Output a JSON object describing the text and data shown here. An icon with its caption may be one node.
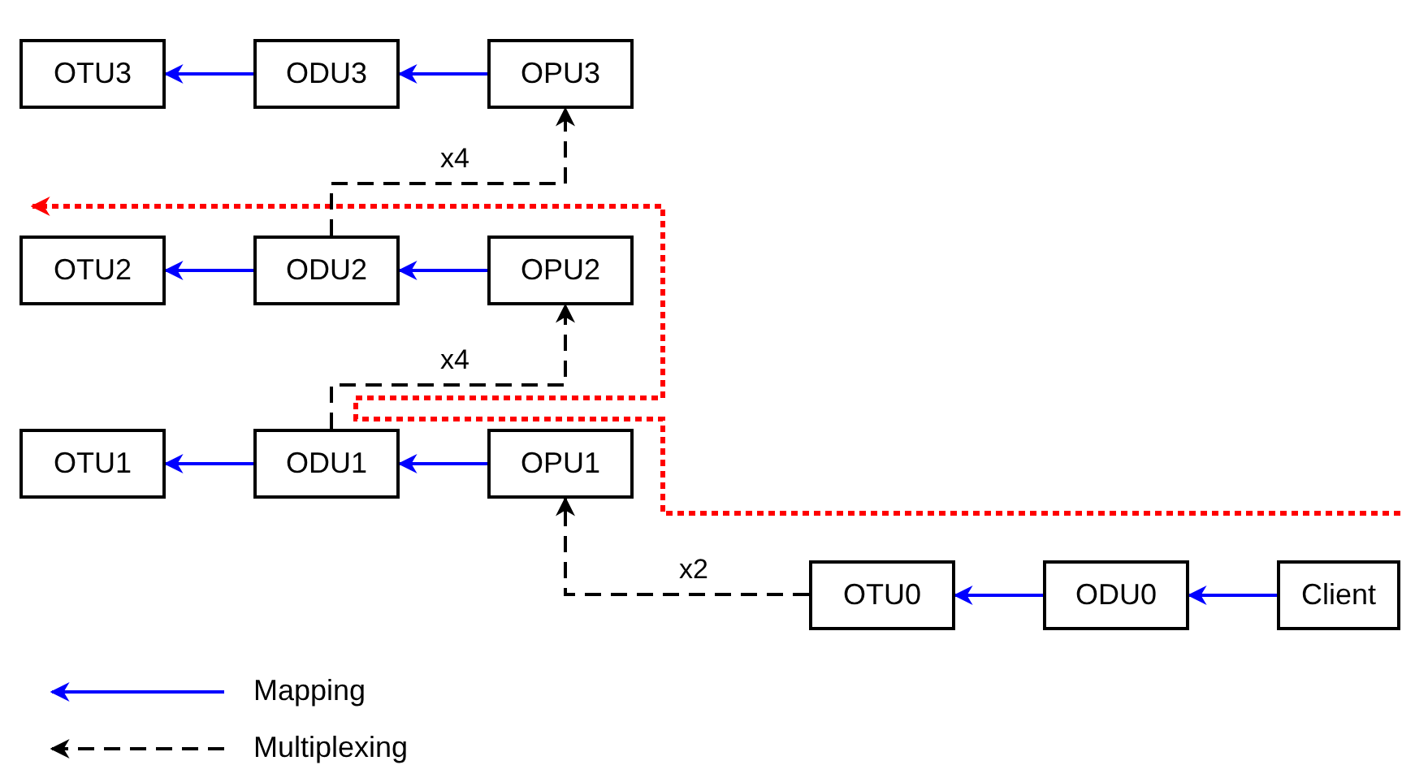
{
  "diagram": {
    "nodes": [
      {
        "text": [
          "OTU3"
        ]
      },
      {
        "text": [
          "ODU3"
        ]
      },
      {
        "text": [
          "OPU3"
        ]
      },
      {
        "text": [
          "OTU2"
        ]
      },
      {
        "text": [
          "ODU2"
        ]
      },
      {
        "text": [
          "OPU2"
        ]
      },
      {
        "text": [
          "OTU1"
        ]
      },
      {
        "text": [
          "ODU1"
        ]
      },
      {
        "text": [
          "OPU1"
        ]
      },
      {
        "text": [
          "OTU0"
        ]
      },
      {
        "text": [
          "ODU0"
        ]
      },
      {
        "text": [
          "Client"
        ]
      }
    ],
    "edges": [
      {
        "from": 1,
        "to": 0,
        "arrow": "to"
      },
      {
        "from": 2,
        "to": 1,
        "arrow": "to"
      },
      {
        "from": 4,
        "to": 3,
        "arrow": "to"
      },
      {
        "from": 5,
        "to": 4,
        "arrow": "to"
      },
      {
        "from": 7,
        "to": 6,
        "arrow": "to"
      },
      {
        "from": 8,
        "to": 7,
        "arrow": "to"
      },
      {
        "from": 10,
        "to": 9,
        "arrow": "to"
      },
      {
        "from": 11,
        "to": 10,
        "arrow": "to"
      },
      {
        "from": 4,
        "to": 2,
        "arrow": "to",
        "label": "x4",
        "style": "dashed",
        "color": "#000000"
      },
      {
        "from": 7,
        "to": 5,
        "arrow": "to",
        "label": "x4",
        "style": "dashed",
        "color": "#000000"
      },
      {
        "from": 9,
        "to": 8,
        "arrow": "to",
        "label": "x2",
        "style": "dashed",
        "color": "#000000"
      }
    ],
    "legend": [
      {
        "text": "Mapping"
      },
      {
        "text": "Multiplexing"
      }
    ]
  }
}
